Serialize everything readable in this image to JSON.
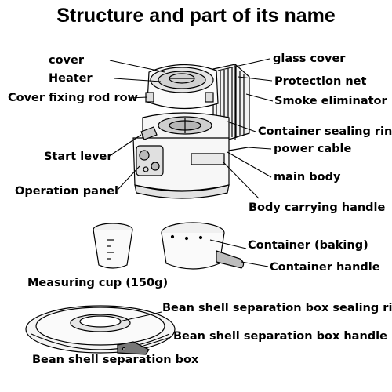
{
  "title": "Structure and part of its name",
  "labels": {
    "cover": "cover",
    "heater": "Heater",
    "cover_fixing_rod_row": "Cover fixing rod row",
    "start_lever": "Start lever",
    "operation_panel": "Operation panel",
    "glass_cover": "glass cover",
    "protection_net": "Protection net",
    "smoke_eliminator": "Smoke eliminator",
    "container_sealing_ring": "Container sealing ring",
    "power_cable": "power cable",
    "main_body": "main body",
    "body_carrying_handle": "Body carrying handle",
    "container_baking": "Container (baking)",
    "container_handle": "Container handle",
    "measuring_cup": "Measuring cup (150g)",
    "bean_shell_sealing_ring": "Bean shell separation box sealing ring",
    "bean_shell_handle": "Bean shell separation box handle",
    "bean_shell_box": "Bean shell separation box"
  }
}
